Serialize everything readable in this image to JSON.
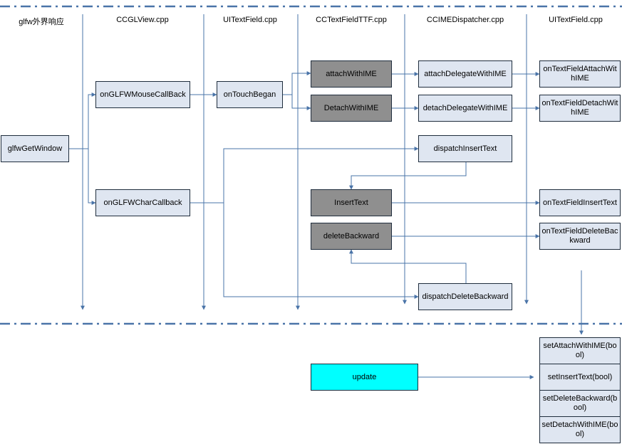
{
  "colors": {
    "line": "#4a74a8",
    "box_border": "#1f2d3d",
    "box_light": "#dfe6f1",
    "box_dark": "#8f8f8f",
    "box_update": "#00ffff"
  },
  "headers": {
    "glfw": "glfw外界响应",
    "ccglview": "CCGLView.cpp",
    "uitextfield": "UITextField.cpp",
    "cctextfieldttf": "CCTextFieldTTF.cpp",
    "ccimedispatcher": "CCIMEDispatcher.cpp",
    "uitextfield2": "UITextField.cpp"
  },
  "boxes": {
    "glfw_get_window": "glfwGetWindow",
    "on_mouse_callback": "onGLFWMouseCallBack",
    "on_char_callback": "onGLFWCharCallback",
    "on_touch_began": "onTouchBegan",
    "attach_with_ime": "attachWithIME",
    "detach_with_ime": "DetachWithIME",
    "insert_text": "InsertText",
    "delete_backward": "deleteBackward",
    "attach_delegate": "attachDelegateWithIME",
    "detach_delegate": "detachDelegateWithIME",
    "dispatch_insert": "dispatchInsertText",
    "dispatch_delete": "dispatchDeleteBackward",
    "on_attach": "onTextFieldAttachWithIME",
    "on_detach": "onTextFieldDetachWithIME",
    "on_insert": "onTextFieldInsertText",
    "on_delete": "onTextFieldDeleteBackward",
    "set_attach": "setAttachWithIME(bool)",
    "set_insert": "setInsertText(bool)",
    "set_delete": "setDeleteBackward(bool)",
    "set_detach": "setDetachWithIME(bool)",
    "update": "update"
  }
}
